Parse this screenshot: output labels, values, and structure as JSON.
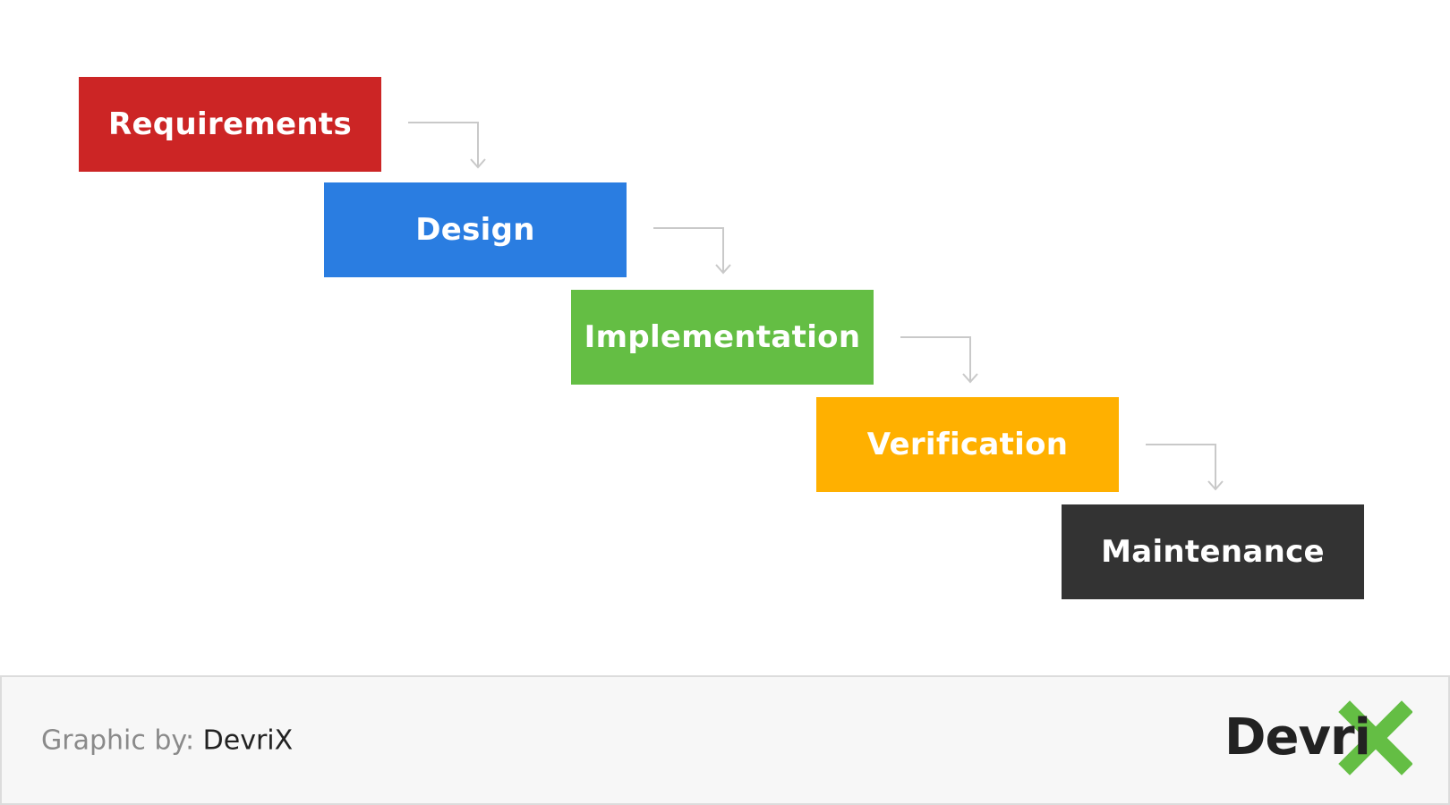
{
  "steps": [
    {
      "label": "Requirements",
      "color": "#CC2525"
    },
    {
      "label": "Design",
      "color": "#2A7DE1"
    },
    {
      "label": "Implementation",
      "color": "#64BE44"
    },
    {
      "label": "Verification",
      "color": "#FFB000"
    },
    {
      "label": "Maintenance",
      "color": "#333333"
    }
  ],
  "connector_color": "#C9C9C9",
  "footer": {
    "credit_label": "Graphic by:",
    "credit_name": "DevriX"
  },
  "logo": {
    "text": "Devri",
    "icon": "devrix-x-logo-icon",
    "accent_color": "#64BE44"
  }
}
